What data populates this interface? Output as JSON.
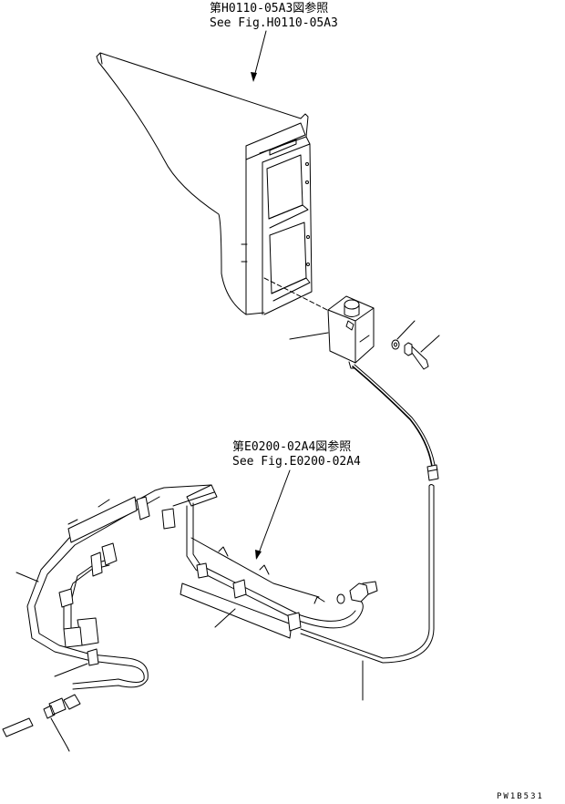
{
  "references": {
    "upper_jp": "第H0110-05A3図参照",
    "upper_en": "See Fig.H0110-05A3",
    "lower_jp": "第E0200-02A4図参照",
    "lower_en": "See Fig.E0200-02A4"
  },
  "drawing_code": "PW1B531"
}
